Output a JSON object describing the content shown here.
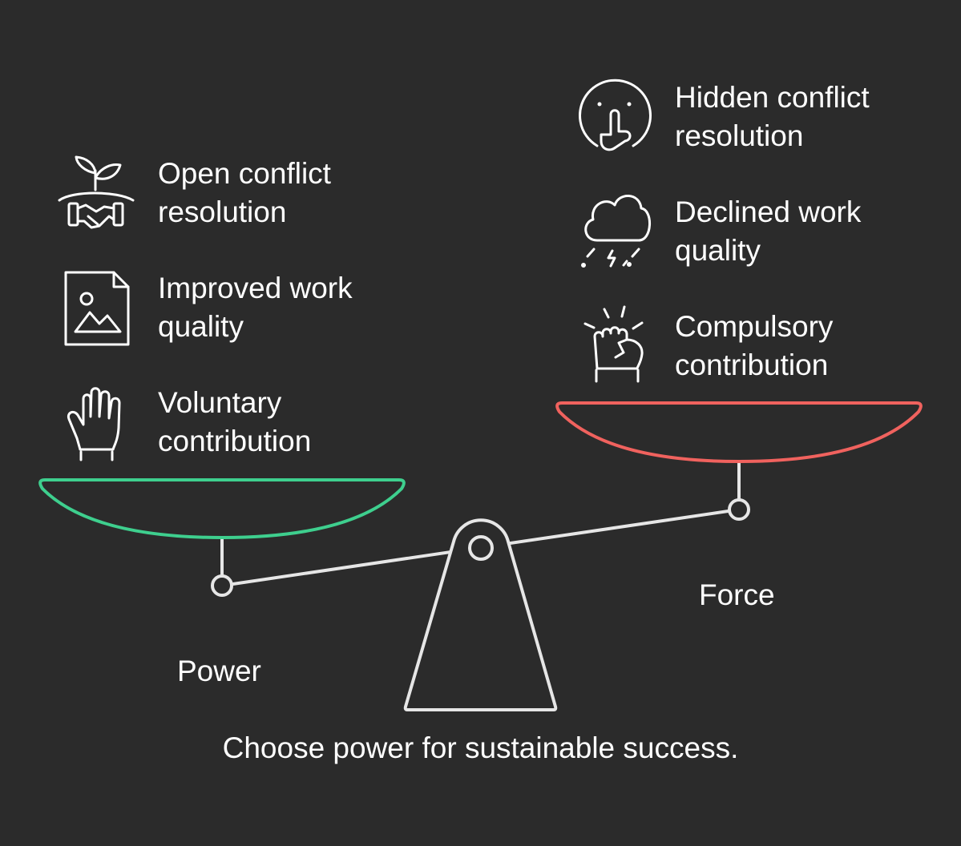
{
  "left_side": {
    "label": "Power",
    "accent_color": "#3ecf8e",
    "items": [
      {
        "icon": "plant-handshake-icon",
        "line1": "Open conflict",
        "line2": "resolution"
      },
      {
        "icon": "image-file-icon",
        "line1": "Improved work",
        "line2": "quality"
      },
      {
        "icon": "raised-hand-icon",
        "line1": "Voluntary",
        "line2": "contribution"
      }
    ]
  },
  "right_side": {
    "label": "Force",
    "accent_color": "#f0625e",
    "items": [
      {
        "icon": "shush-face-icon",
        "line1": "Hidden conflict",
        "line2": "resolution"
      },
      {
        "icon": "storm-cloud-icon",
        "line1": "Declined work",
        "line2": "quality"
      },
      {
        "icon": "raised-fist-icon",
        "line1": "Compulsory",
        "line2": "contribution"
      }
    ]
  },
  "caption": "Choose power for sustainable success.",
  "colors": {
    "background": "#2b2b2b",
    "line": "#e6e6e6",
    "text": "#ffffff"
  }
}
